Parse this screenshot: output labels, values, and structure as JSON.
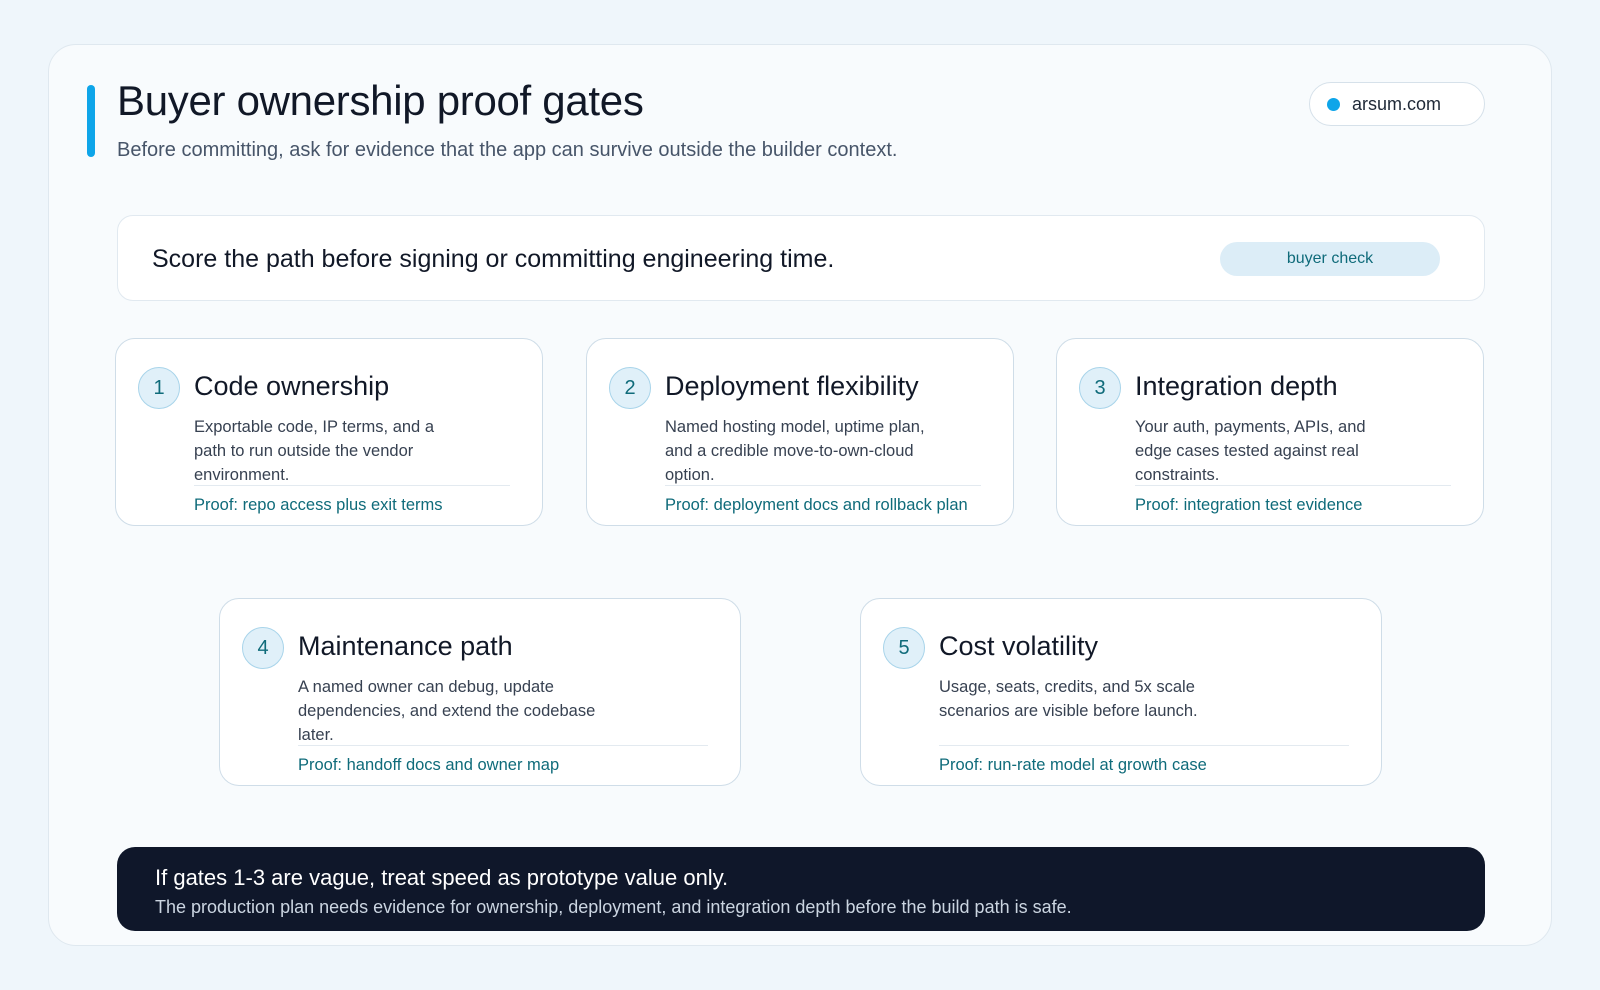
{
  "header": {
    "title": "Buyer ownership proof gates",
    "subtitle": "Before committing, ask for evidence that the app can survive outside the builder context.",
    "domain": "arsum.com"
  },
  "banner": {
    "text": "Score the path before signing or committing engineering time.",
    "badge": "buyer check"
  },
  "gates": [
    {
      "number": "1",
      "title": "Code ownership",
      "description": "Exportable code, IP terms, and a path to run outside the vendor environment.",
      "proof": "Proof: repo access plus exit terms"
    },
    {
      "number": "2",
      "title": "Deployment flexibility",
      "description": "Named hosting model, uptime plan, and a credible move-to-own-cloud option.",
      "proof": "Proof: deployment docs and rollback plan"
    },
    {
      "number": "3",
      "title": "Integration depth",
      "description": "Your auth, payments, APIs, and edge cases tested against real constraints.",
      "proof": "Proof: integration test evidence"
    },
    {
      "number": "4",
      "title": "Maintenance path",
      "description": "A named owner can debug, update dependencies, and extend the codebase later.",
      "proof": "Proof: handoff docs and owner map"
    },
    {
      "number": "5",
      "title": "Cost volatility",
      "description": "Usage, seats, credits, and 5x scale scenarios are visible before launch.",
      "proof": "Proof: run-rate model at growth case"
    }
  ],
  "footer": {
    "title": "If gates 1-3 are vague, treat speed as prototype value only.",
    "text": "The production plan needs evidence for ownership, deployment, and integration depth before the build path is safe."
  },
  "colors": {
    "accent": "#0ea5e9",
    "proof": "#0f6b7a",
    "footer_bg": "#0f172a"
  }
}
